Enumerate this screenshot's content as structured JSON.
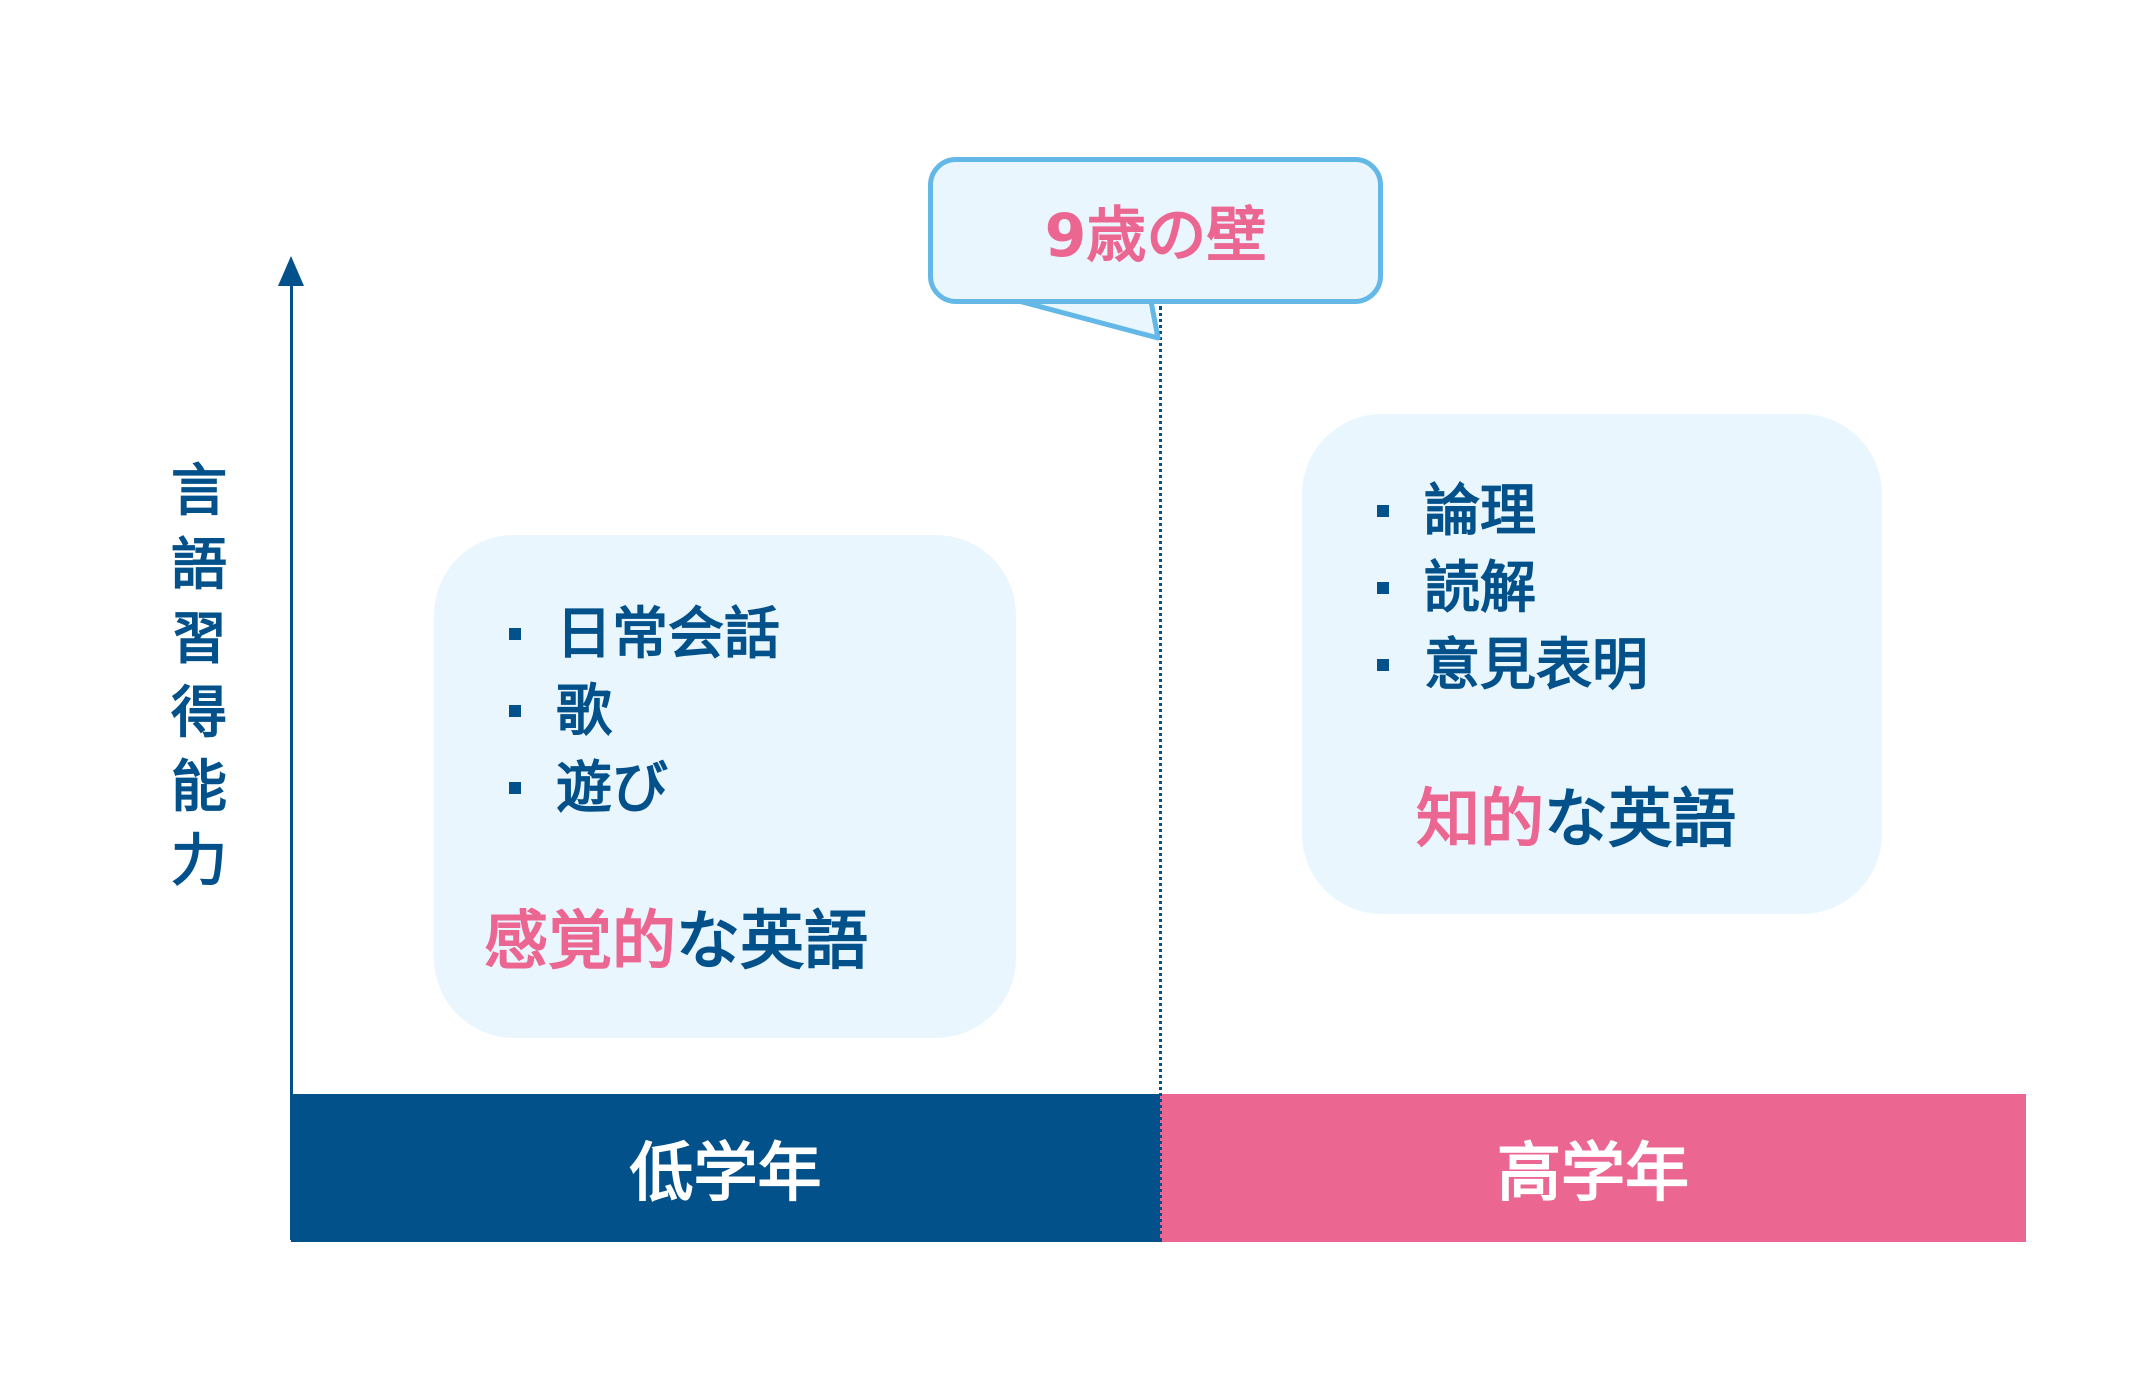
{
  "y_axis": {
    "label_chars": [
      "言",
      "語",
      "習",
      "得",
      "能",
      "力"
    ]
  },
  "callout": {
    "text": "9歳の壁"
  },
  "bands": {
    "lower": {
      "label": "低学年"
    },
    "upper": {
      "label": "高学年"
    }
  },
  "boxes": {
    "lower": {
      "items": [
        "日常会話",
        "歌",
        "遊び"
      ],
      "summary_highlight": "感覚的",
      "summary_rest": "な英語"
    },
    "upper": {
      "items": [
        "論理",
        "読解",
        "意見表明"
      ],
      "summary_highlight": "知的",
      "summary_rest": "な英語"
    }
  },
  "colors": {
    "navy": "#03518b",
    "pink": "#eb6792",
    "light_blue": "#eaf6fd",
    "callout_border": "#63b8e7"
  }
}
